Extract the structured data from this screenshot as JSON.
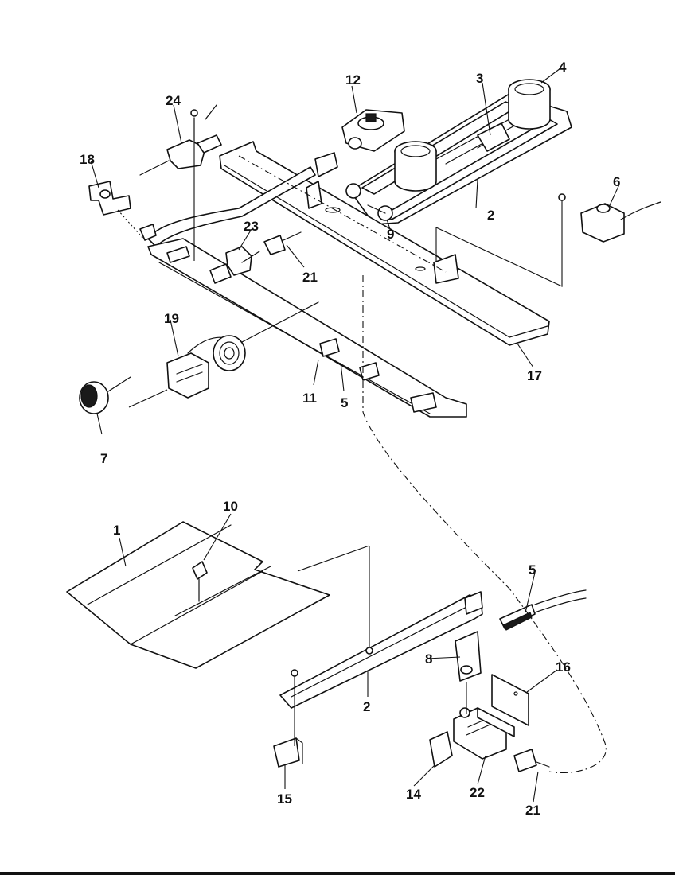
{
  "callouts": {
    "c1": "1",
    "c2a": "2",
    "c2b": "2",
    "c3": "3",
    "c4": "4",
    "c5a": "5",
    "c5b": "5",
    "c6": "6",
    "c7": "7",
    "c8": "8",
    "c9": "9",
    "c10": "10",
    "c11": "11",
    "c12": "12",
    "c14": "14",
    "c15": "15",
    "c16": "16",
    "c17": "17",
    "c18": "18",
    "c19": "19",
    "c21a": "21",
    "c21b": "21",
    "c22": "22",
    "c23": "23",
    "c24": "24"
  }
}
